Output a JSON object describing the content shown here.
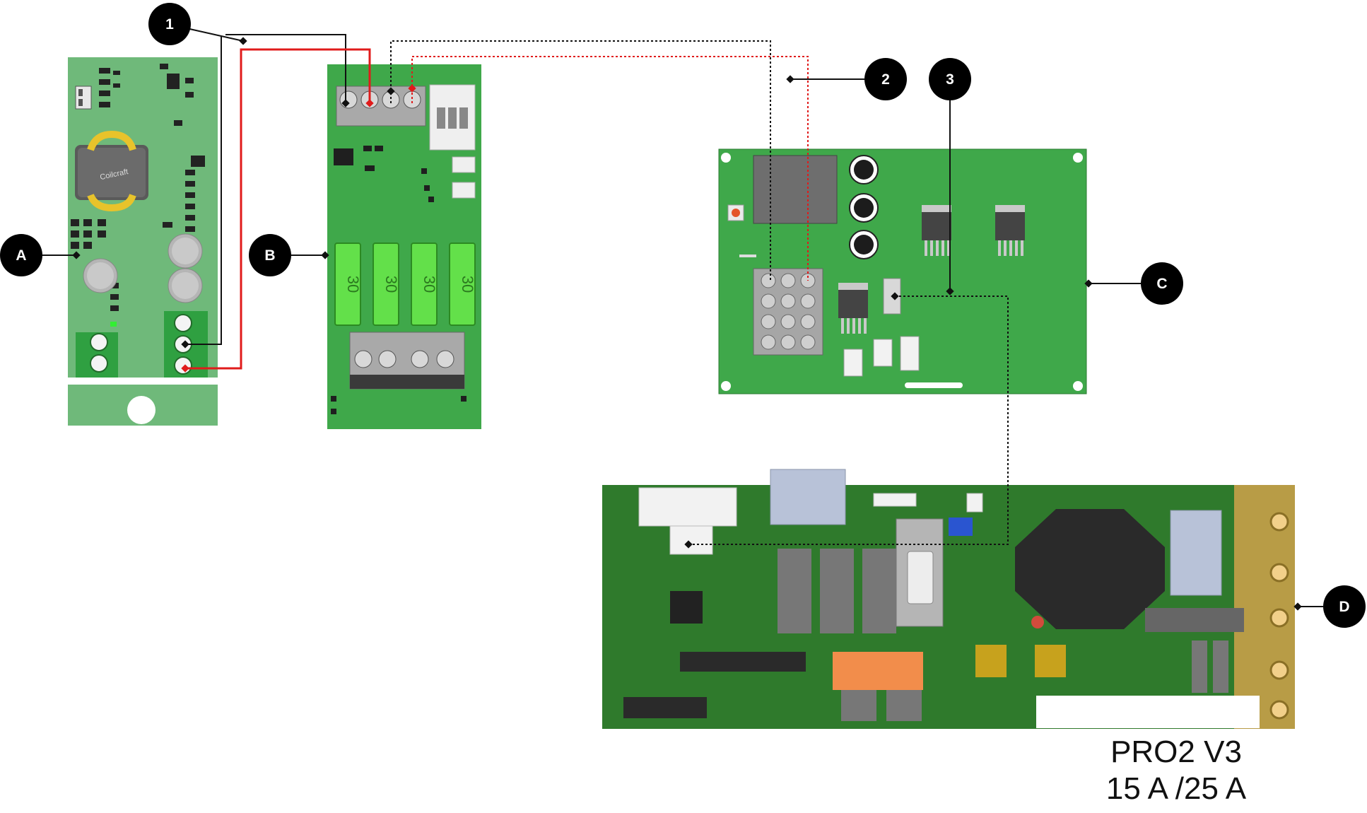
{
  "callouts": {
    "c1": "1",
    "c2": "2",
    "c3": "3",
    "A": "A",
    "B": "B",
    "C": "C",
    "D": "D"
  },
  "board_b": {
    "fuse_labels": [
      "30",
      "30",
      "30",
      "30"
    ]
  },
  "board_d": {
    "model": "PRO2 V3",
    "rating": "15 A /25 A"
  },
  "colors": {
    "wire_black": "#111111",
    "wire_red": "#e01b1b",
    "pcb_green": "#3faa4a",
    "pcb_light": "#6fb97a",
    "pcb_dark": "#2f7f32",
    "fuse_green": "#63e04a",
    "callout_fill": "#000000"
  }
}
